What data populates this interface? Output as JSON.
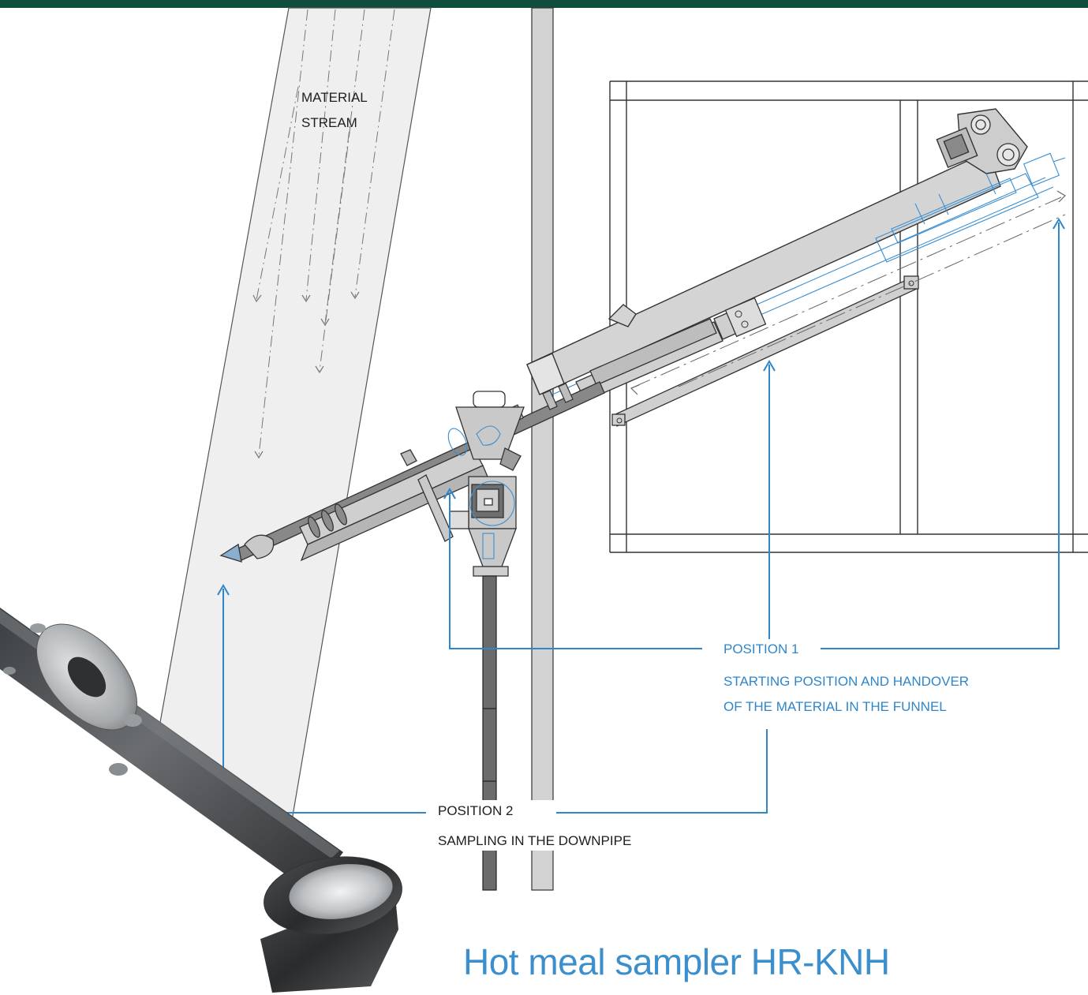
{
  "labels": {
    "material_stream_line1": "MATERIAL",
    "material_stream_line2": "STREAM",
    "position1_title": "POSITION 1",
    "position1_desc_line1": "STARTING POSITION AND HANDOVER",
    "position1_desc_line2": "OF THE MATERIAL IN THE FUNNEL",
    "position2_title": "POSITION 2",
    "position2_desc": "SAMPLING IN THE DOWNPIPE"
  },
  "title": "Hot meal sampler HR-KNH",
  "colors": {
    "header_bar": "#0f4d3c",
    "accent_blue": "#2f86c8",
    "machine_gray": "#c8c8c8",
    "stream_fill": "#efeff0",
    "line_dark": "#2a2a2a"
  }
}
